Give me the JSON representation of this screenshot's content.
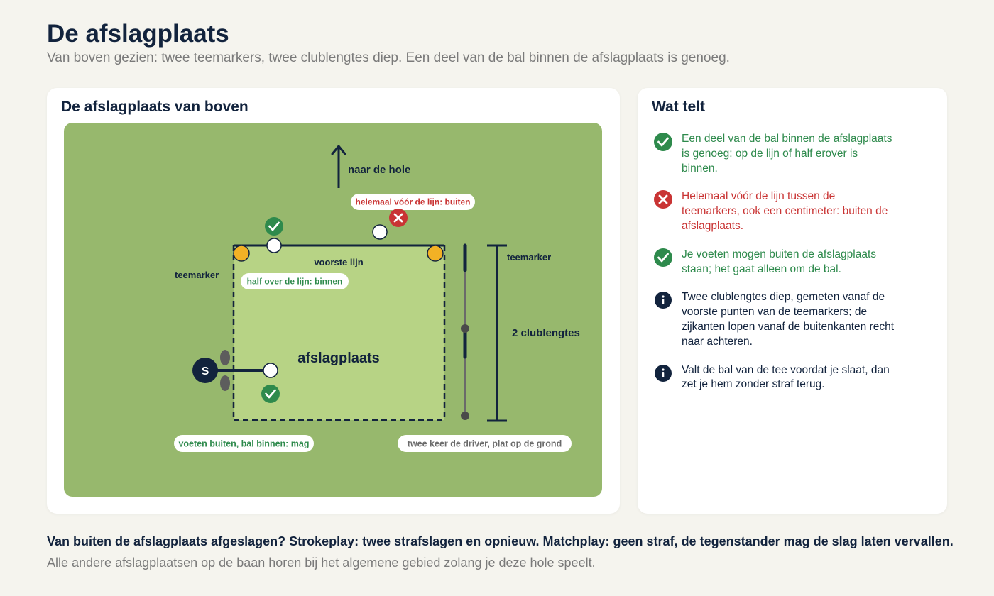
{
  "header": {
    "title": "De afslagplaats",
    "subtitle": "Van boven gezien: twee teemarkers, twee clublengtes diep. Een deel van de bal binnen de afslagplaats is genoeg."
  },
  "diagram": {
    "title": "De afslagplaats van boven",
    "labels": {
      "direction": "naar de hole",
      "front_line_out": "helemaal vóór de lijn: buiten",
      "front_line": "voorste lijn",
      "teemarker_left": "teemarker",
      "teemarker_right": "teemarker",
      "half_over": "half over de lijn: binnen",
      "teeing_area": "afslagplaats",
      "depth": "2 clublengtes",
      "player": "S",
      "feet_outside": "voeten buiten, bal binnen: mag",
      "driver_twice": "twee keer de driver, plat op de grond"
    }
  },
  "rules": {
    "title": "Wat telt",
    "items": [
      {
        "kind": "ok",
        "icon": "check-icon",
        "text": "Een deel van de bal binnen de afslagplaats is genoeg: op de lijn of half erover is binnen."
      },
      {
        "kind": "bad",
        "icon": "cross-icon",
        "text": "Helemaal vóór de lijn tussen de teemarkers, ook een centimeter: buiten de afslagplaats."
      },
      {
        "kind": "ok",
        "icon": "check-icon",
        "text": "Je voeten mogen buiten de afslagplaats staan; het gaat alleen om de bal."
      },
      {
        "kind": "info",
        "icon": "info-icon",
        "text": "Twee clublengtes diep, gemeten vanaf de voorste punten van de teemarkers; de zijkanten lopen vanaf de buitenkanten recht naar achteren."
      },
      {
        "kind": "info",
        "icon": "info-icon",
        "text": "Valt de bal van de tee voordat je slaat, dan zet je hem zonder straf terug."
      }
    ]
  },
  "footer": {
    "penalty": "Van buiten de afslagplaats afgeslagen? Strokeplay: twee strafslagen en opnieuw. Matchplay: geen straf, de tegenstander mag de slag laten vervallen.",
    "note": "Alle andere afslagplaatsen op de baan horen bij het algemene gebied zolang je deze hole speelt."
  },
  "colors": {
    "navy": "#12233d",
    "green_ok": "#2e8a4c",
    "red_bad": "#c93434",
    "fairway": "#97b86d",
    "teeing_area": "#b7d385",
    "marker": "#f2b125"
  }
}
